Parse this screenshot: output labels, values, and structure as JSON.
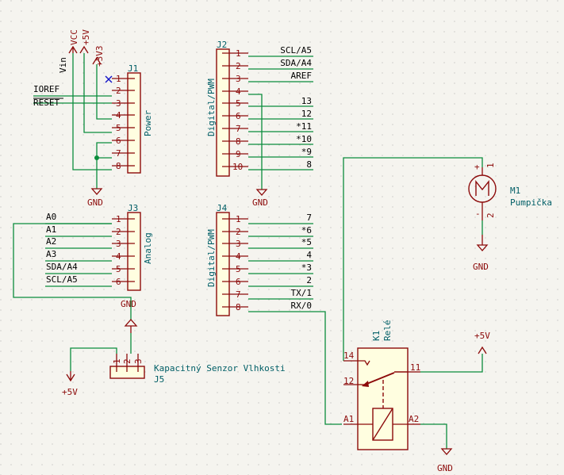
{
  "j1": {
    "ref": "J1",
    "value": "Power",
    "pins": [
      "1",
      "2",
      "3",
      "4",
      "5",
      "6",
      "7",
      "8"
    ],
    "nets": {
      "vin": "Vin",
      "vcc": "VCC",
      "v5": "+5V",
      "v33": "+3V3",
      "ioref": "IOREF",
      "reset": "RESET"
    },
    "gnd": "GND"
  },
  "j2": {
    "ref": "J2",
    "value": "Digital/PWM",
    "pins": [
      "1",
      "2",
      "3",
      "4",
      "5",
      "6",
      "7",
      "8",
      "9",
      "10"
    ],
    "labels": [
      "SCL/A5",
      "SDA/A4",
      "AREF",
      "",
      "13",
      "12",
      "*11",
      "*10",
      "*9",
      "8"
    ],
    "gnd": "GND"
  },
  "j3": {
    "ref": "J3",
    "value": "Analog",
    "pins": [
      "1",
      "2",
      "3",
      "4",
      "5",
      "6"
    ],
    "labels": [
      "A0",
      "A1",
      "A2",
      "A3",
      "SDA/A4",
      "SCL/A5"
    ]
  },
  "j4": {
    "ref": "J4",
    "value": "Digital/PWM",
    "pins": [
      "1",
      "2",
      "3",
      "4",
      "5",
      "6",
      "7",
      "8"
    ],
    "labels": [
      "7",
      "*6",
      "*5",
      "4",
      "*3",
      "2",
      "TX/1",
      "RX/0"
    ]
  },
  "j5": {
    "ref": "J5",
    "value": "Kapacitný Senzor Vlhkosti",
    "pins": [
      "1",
      "2",
      "3"
    ],
    "gnd": "GND",
    "v5": "+5V"
  },
  "m1": {
    "ref": "M1",
    "value": "Pumpička",
    "pins": [
      "1",
      "2"
    ],
    "plus": "+",
    "minus": "-",
    "gnd": "GND"
  },
  "k1": {
    "ref": "K1",
    "value": "Relé",
    "pins": {
      "p14": "14",
      "p11": "11",
      "p12": "12",
      "a1": "A1",
      "a2": "A2"
    },
    "v5": "+5V",
    "gnd": "GND"
  }
}
